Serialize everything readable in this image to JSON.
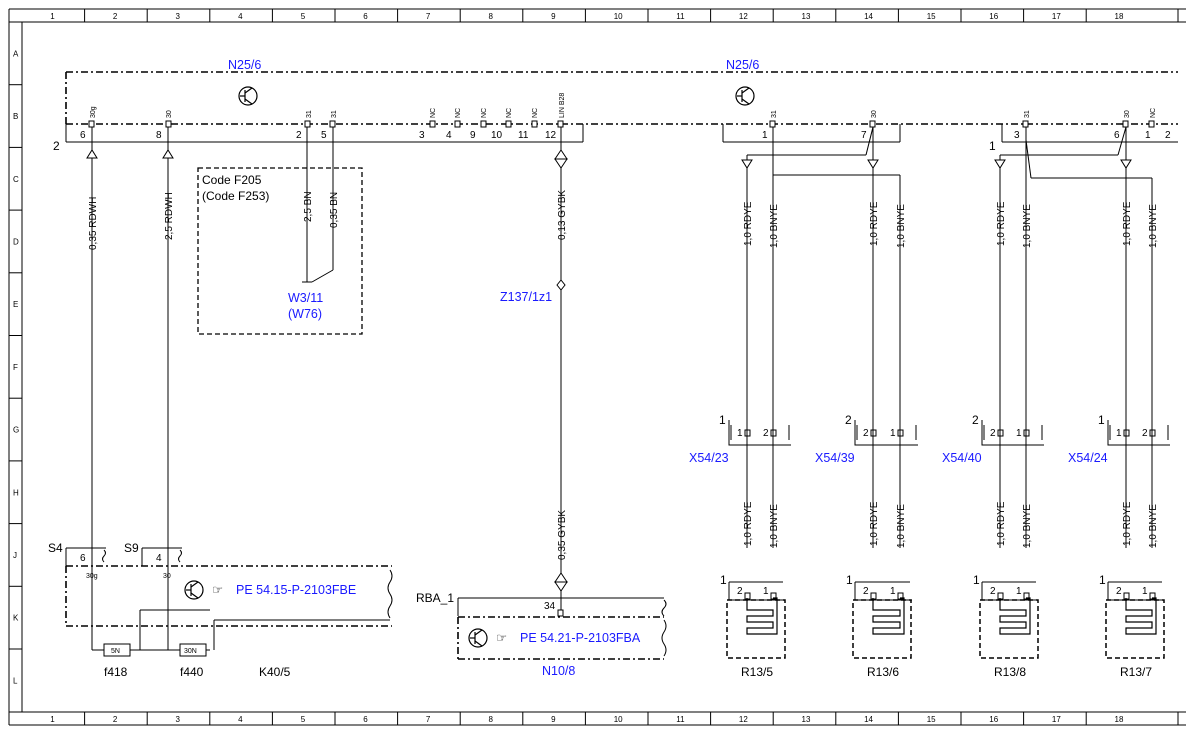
{
  "frame": {
    "columns": [
      "1",
      "2",
      "3",
      "4",
      "5",
      "6",
      "7",
      "8",
      "9",
      "10",
      "11",
      "12",
      "13",
      "14",
      "15",
      "16",
      "17",
      "18"
    ],
    "rows": [
      "A",
      "B",
      "C",
      "D",
      "E",
      "F",
      "G",
      "H",
      "J",
      "K",
      "L"
    ]
  },
  "colors": {
    "reference": "#1a1aff",
    "line": "#000000"
  },
  "components": {
    "n25_6_left": "N25/6",
    "n25_6_right": "N25/6",
    "w3_11": "W3/11",
    "w3_11_sub": "(W76)",
    "z137": "Z137/1z1",
    "x54_23": "X54/23",
    "x54_39": "X54/39",
    "x54_40": "X54/40",
    "x54_24": "X54/24",
    "r13_5": "R13/5",
    "r13_6": "R13/6",
    "r13_8": "R13/8",
    "r13_7": "R13/7",
    "n10_8": "N10/8",
    "k40_5": "K40/5",
    "f418": "f418",
    "f440": "f440",
    "s4": "S4",
    "s9": "S9",
    "rba": "RBA_1"
  },
  "code_box": {
    "line1": "Code F205",
    "line2": "(Code F253)"
  },
  "refs": {
    "pe_fbe": "PE 54.15-P-2103FBE",
    "pe_fba": "PE 54.21-P-2103FBA"
  },
  "wires": {
    "w1": "0,35 RDWH",
    "w2": "2,5 RDWH",
    "w3": "2,5 BN",
    "w4": "0,35 BN",
    "w5": "0,13 GYBK",
    "w6": "0,35 GYBK",
    "rdye": "1,0 RDYE",
    "bnye": "1,0 BNYE"
  },
  "pins": {
    "p6": "6",
    "p8": "8",
    "p2": "2",
    "p5": "5",
    "p3": "3",
    "p4": "4",
    "p9": "9",
    "p10": "10",
    "p11": "11",
    "p12": "12",
    "p1": "1",
    "p7": "7",
    "p34": "34",
    "p30": "30",
    "p30g": "30g",
    "p31": "31",
    "nc": "NC",
    "lin": "LIN B28"
  },
  "fuses": {
    "f1": "5N",
    "f2": "30N"
  },
  "edge_numbers": {
    "two": "2",
    "one": "1"
  }
}
